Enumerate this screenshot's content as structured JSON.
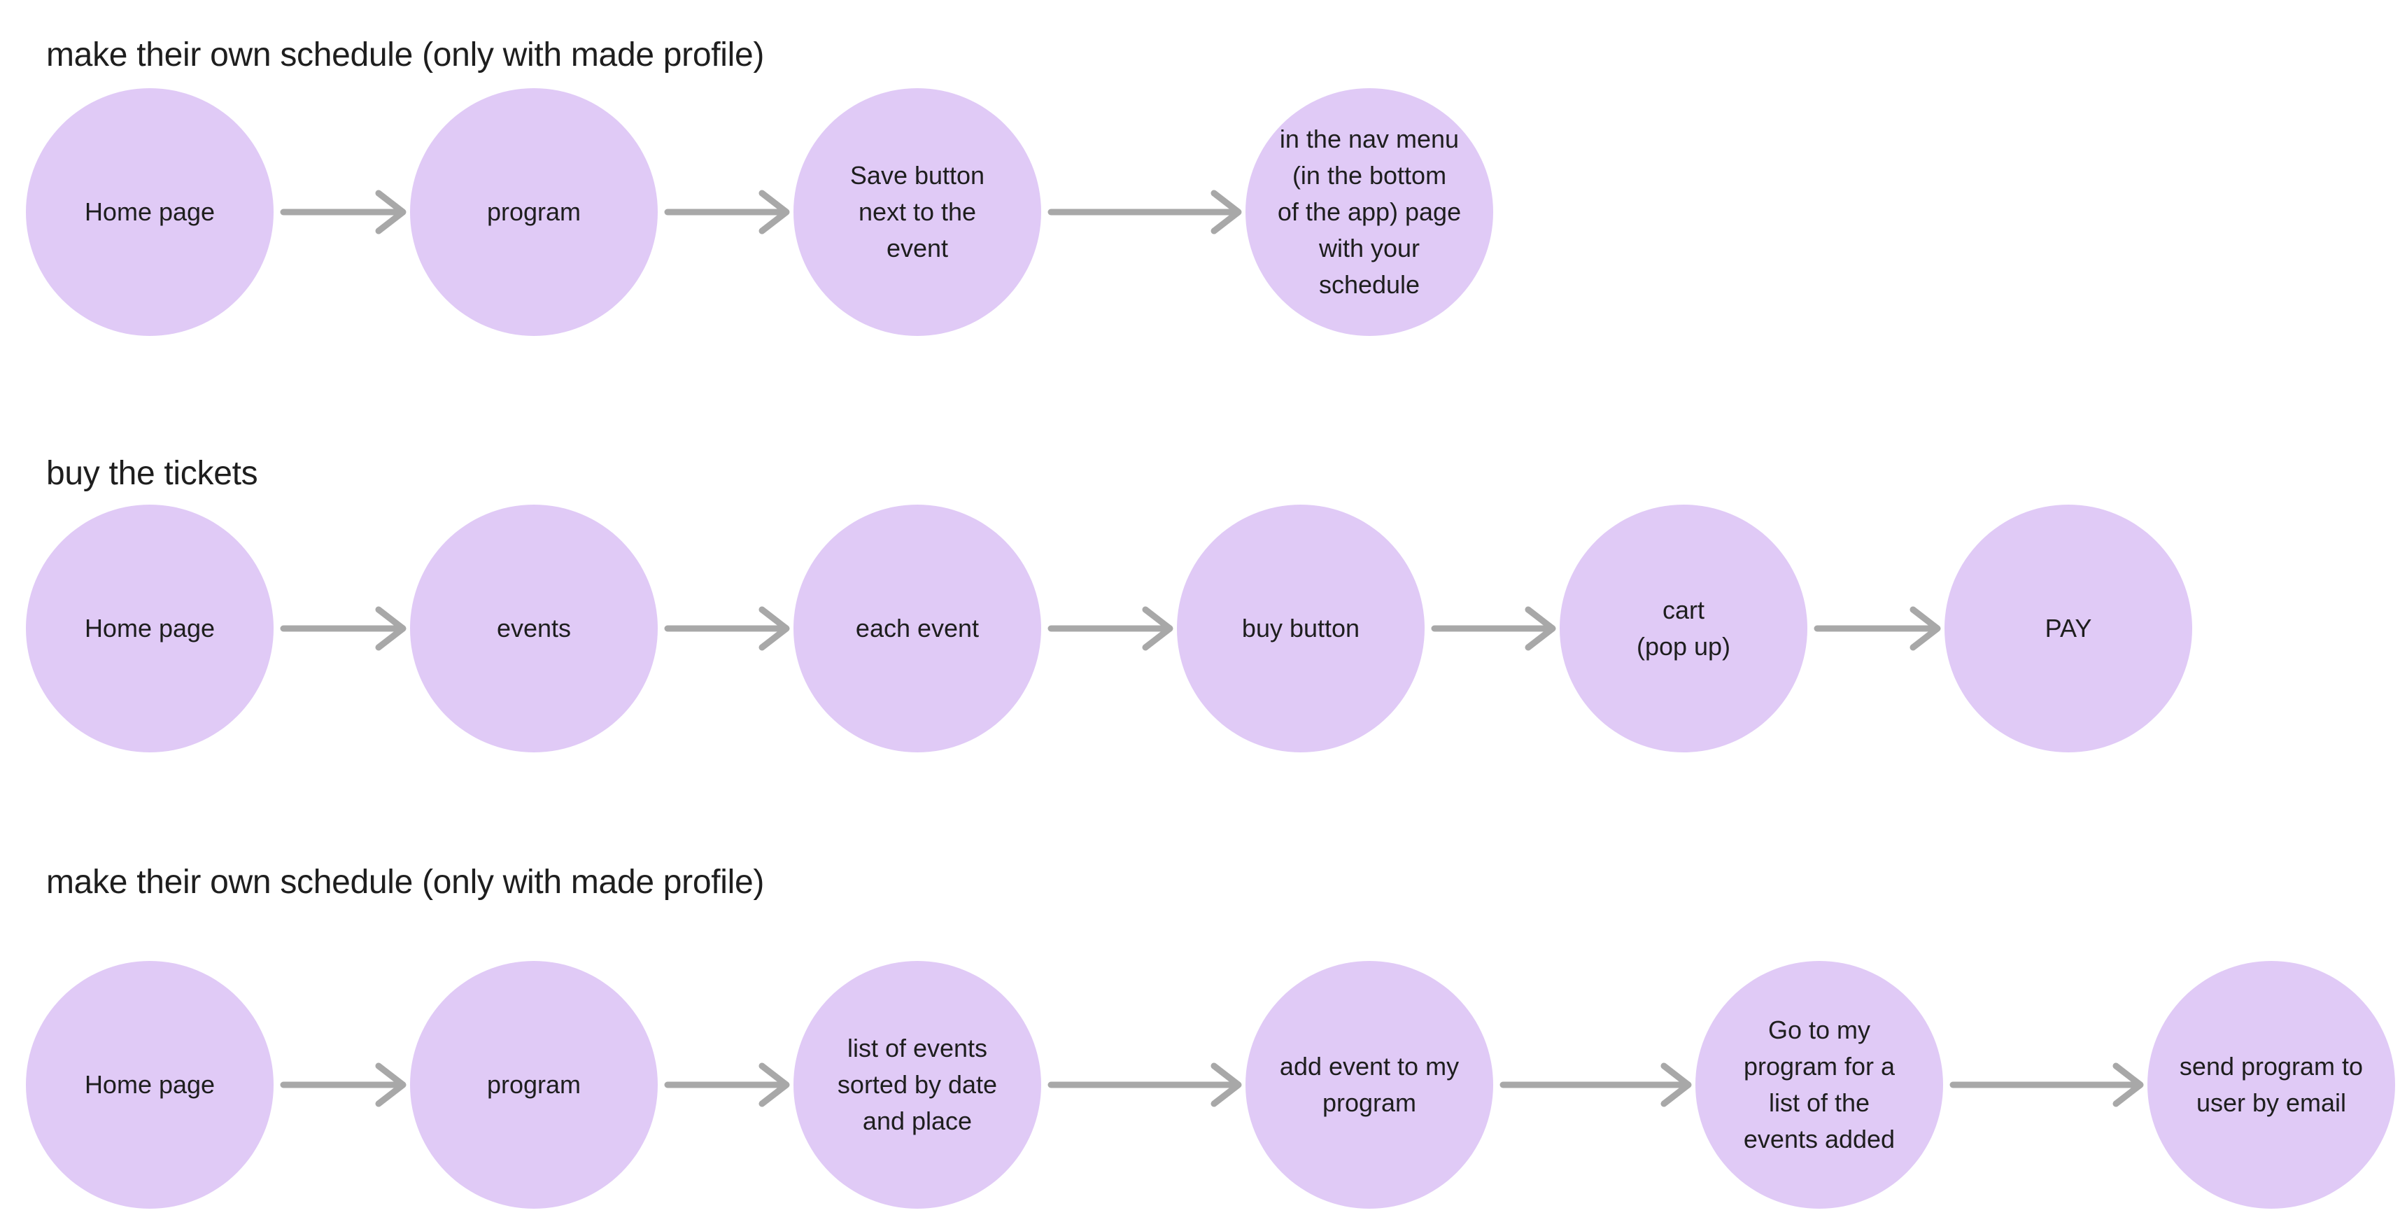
{
  "page": {
    "background": "#ffffff"
  },
  "style": {
    "node_fill": "#e0caf6",
    "arrow_color": "#a8a8a8",
    "text_color": "#1e1e1e"
  },
  "flows": [
    {
      "title": "make their own schedule (only with made profile)",
      "nodes": [
        "Home page",
        "program",
        "Save button\nnext to the\nevent",
        "in the nav menu\n(in the bottom\nof the app) page\nwith your\nschedule"
      ]
    },
    {
      "title": "buy the tickets",
      "nodes": [
        "Home page",
        "events",
        "each event",
        "buy button",
        "cart\n(pop up)",
        "PAY"
      ]
    },
    {
      "title": "make their own schedule (only with made profile)",
      "nodes": [
        "Home page",
        "program",
        "list of events\nsorted by date\nand place",
        "add event to my\nprogram",
        "Go to my\nprogram for a\nlist of the\nevents added",
        "send program to\nuser by email"
      ]
    }
  ]
}
